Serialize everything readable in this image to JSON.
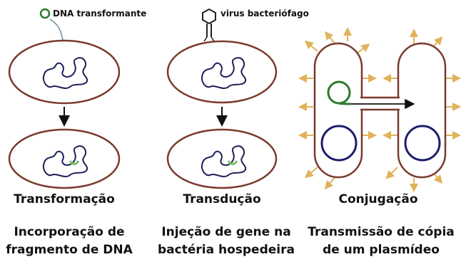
{
  "labels": {
    "dna_transformante": "DNA transformante",
    "virus_bacteriofago": "virus bacteriófago"
  },
  "panels": [
    {
      "title": "Transformação",
      "desc_line1": "Incorporação de",
      "desc_line2": "fragmento de DNA"
    },
    {
      "title": "Transdução",
      "desc_line1": "Injeção de gene na",
      "desc_line2": "bactéria hospedeira"
    },
    {
      "title": "Conjugação",
      "desc_line1": "Transmissão de cópia",
      "desc_line2": "de um plasmídeo"
    }
  ],
  "colors": {
    "cell_outline": "#7a3a2e",
    "chromosome": "#1f1f5a",
    "gene_segment": "#7cc46a",
    "plasmid_green": "#2f7a2f",
    "plasmid_navy": "#1d1d6b",
    "pili": "#e0b25a",
    "arrow": "#111111",
    "phage": "#222222"
  }
}
